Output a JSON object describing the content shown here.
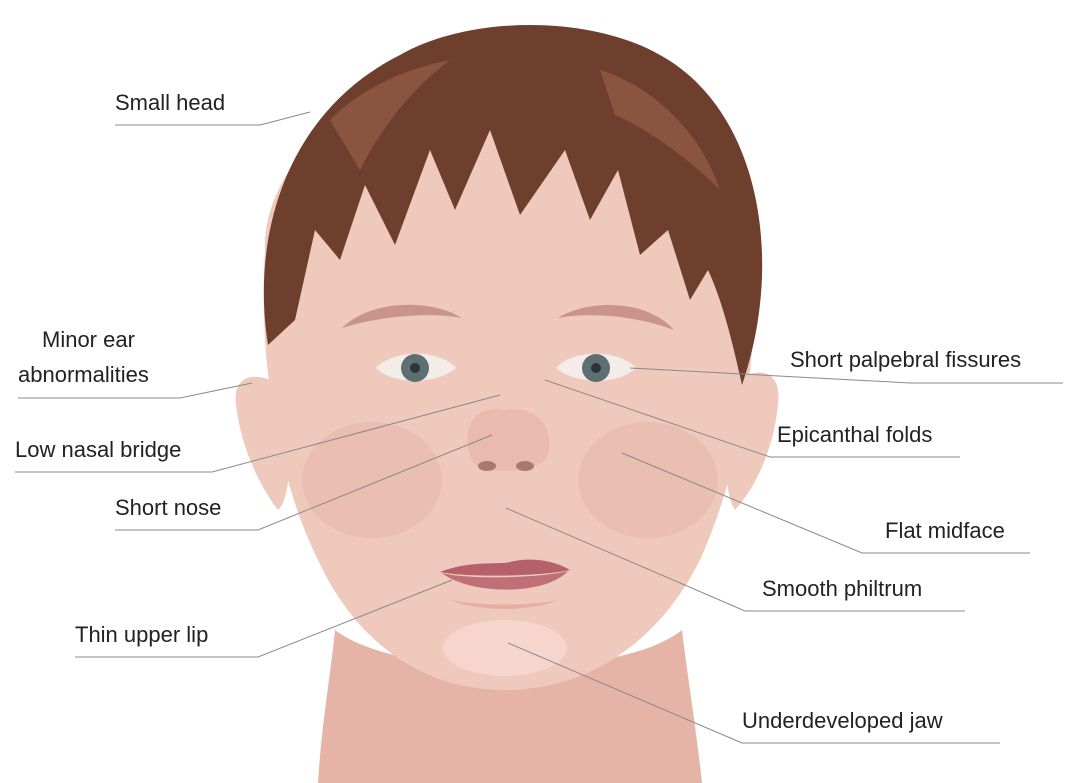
{
  "labels": {
    "small_head": "Small head",
    "minor_ear_line1": "Minor ear",
    "minor_ear_line2": "abnormalities",
    "low_nasal_bridge": "Low nasal bridge",
    "short_nose": "Short nose",
    "thin_upper_lip": "Thin upper lip",
    "short_palpebral_fissures": "Short palpebral fissures",
    "epicanthal_folds": "Epicanthal folds",
    "flat_midface": "Flat midface",
    "smooth_philtrum": "Smooth philtrum",
    "underdeveloped_jaw": "Underdeveloped jaw"
  },
  "colors": {
    "skin": "#f0c9bd",
    "skin_shadow": "#e6b4a6",
    "hair": "#6e3f2c",
    "hair_highlight": "#8a5440",
    "eyebrow": "#c9958a",
    "iris": "#5d6f73",
    "lips": "#b5606a",
    "nostril": "#a87a6e",
    "leader_line": "#8a8a8a"
  }
}
